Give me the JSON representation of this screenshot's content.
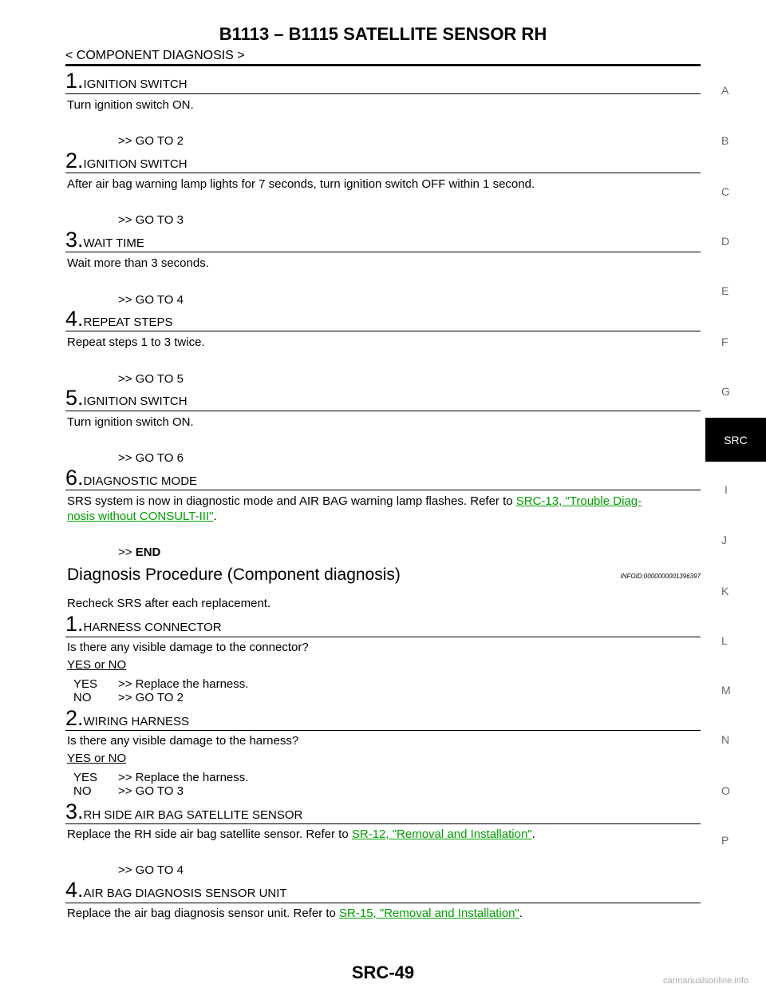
{
  "header": {
    "title": "B1113 – B1115 SATELLITE SENSOR RH",
    "section": "< COMPONENT DIAGNOSIS >"
  },
  "procedure1": [
    {
      "num": "1.",
      "label": "IGNITION SWITCH",
      "text": "Turn ignition switch ON.",
      "goto": ">> GO TO 2"
    },
    {
      "num": "2.",
      "label": "IGNITION SWITCH",
      "text": "After air bag warning lamp lights for 7 seconds, turn ignition switch OFF within 1 second.",
      "goto": ">> GO TO 3"
    },
    {
      "num": "3.",
      "label": "WAIT TIME",
      "text": "Wait more than 3 seconds.",
      "goto": ">> GO TO 4"
    },
    {
      "num": "4.",
      "label": "REPEAT STEPS",
      "text": "Repeat steps 1 to 3 twice.",
      "goto": ">> GO TO 5"
    },
    {
      "num": "5.",
      "label": "IGNITION SWITCH",
      "text": "Turn ignition switch ON.",
      "goto": ">> GO TO 6"
    },
    {
      "num": "6.",
      "label": "DIAGNOSTIC MODE",
      "text_a": "SRS system is now in diagnostic mode and AIR BAG warning lamp flashes. Refer to ",
      "link_a": "SRC-13, \"Trouble Diag-",
      "link_b": "nosis without CONSULT-III\"",
      "text_b": ".",
      "goto_prefix": ">> ",
      "goto_end": "END"
    }
  ],
  "diag": {
    "heading": "Diagnosis Procedure (Component diagnosis)",
    "infoid": "INFOID:0000000001396397",
    "intro": "Recheck SRS after each replacement.",
    "yesno_label": "YES or NO",
    "steps": [
      {
        "num": "1.",
        "label": "HARNESS CONNECTOR",
        "text": "Is there any visible damage to the connector?",
        "yes_key": "YES",
        "yes_val": ">> Replace the harness.",
        "no_key": "NO",
        "no_val": ">> GO TO 2"
      },
      {
        "num": "2.",
        "label": "WIRING HARNESS",
        "text": "Is there any visible damage to the harness?",
        "yes_key": "YES",
        "yes_val": ">> Replace the harness.",
        "no_key": "NO",
        "no_val": ">> GO TO 3"
      },
      {
        "num": "3.",
        "label": "RH SIDE AIR BAG SATELLITE SENSOR",
        "text": "Replace the RH side air bag satellite sensor.  Refer to ",
        "link": "SR-12, \"Removal and Installation\"",
        "text_end": ".",
        "goto": ">> GO TO 4"
      },
      {
        "num": "4.",
        "label": "AIR BAG DIAGNOSIS SENSOR UNIT",
        "text": "Replace the air bag diagnosis sensor unit.  Refer to ",
        "link": "SR-15, \"Removal and Installation\"",
        "text_end": "."
      }
    ]
  },
  "side_tabs": [
    "A",
    "B",
    "C",
    "D",
    "E",
    "F",
    "G",
    "I",
    "J",
    "K",
    "L",
    "M",
    "N",
    "O",
    "P"
  ],
  "active_tab": "SRC",
  "footer": {
    "page": "SRC-49",
    "watermark": "carmanualsonline.info"
  },
  "colors": {
    "link": "#00a000",
    "active_tab_bg": "#000000"
  }
}
